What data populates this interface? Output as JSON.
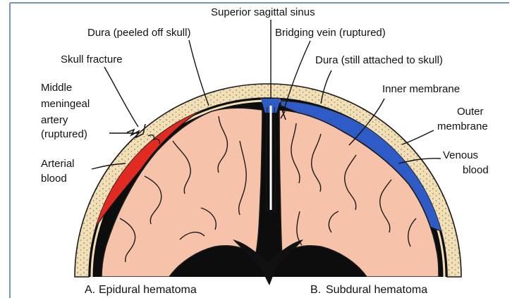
{
  "colors": {
    "frame": "#6f97c4",
    "skull_bone": "#f1dfb8",
    "skull_dots": "#9a7a4a",
    "arterial_blood": "#e02a22",
    "venous_blood": "#2f5bc6",
    "brain": "#f6c3aa",
    "brain_outline": "#1a1a1a",
    "ventricle": "#111111"
  },
  "labels": {
    "superior_sagittal_sinus": "Superior sagittal sinus",
    "dura_peeled": "Dura (peeled off skull)",
    "bridging_vein": "Bridging vein (ruptured)",
    "skull_fracture": "Skull fracture",
    "dura_attached": "Dura (still attached to skull)",
    "middle_meningeal_1": "Middle",
    "middle_meningeal_2": "meningeal",
    "middle_meningeal_3": "artery",
    "middle_meningeal_4": "(ruptured)",
    "inner_membrane": "Inner membrane",
    "outer_membrane_1": "Outer",
    "outer_membrane_2": "membrane",
    "arterial_blood_1": "Arterial",
    "arterial_blood_2": "blood",
    "venous_blood_1": "Venous",
    "venous_blood_2": "blood"
  },
  "captions": {
    "a_letter": "A.",
    "a_text": "Epidural hematoma",
    "b_letter": "B.",
    "b_text": "Subdural hematoma"
  }
}
